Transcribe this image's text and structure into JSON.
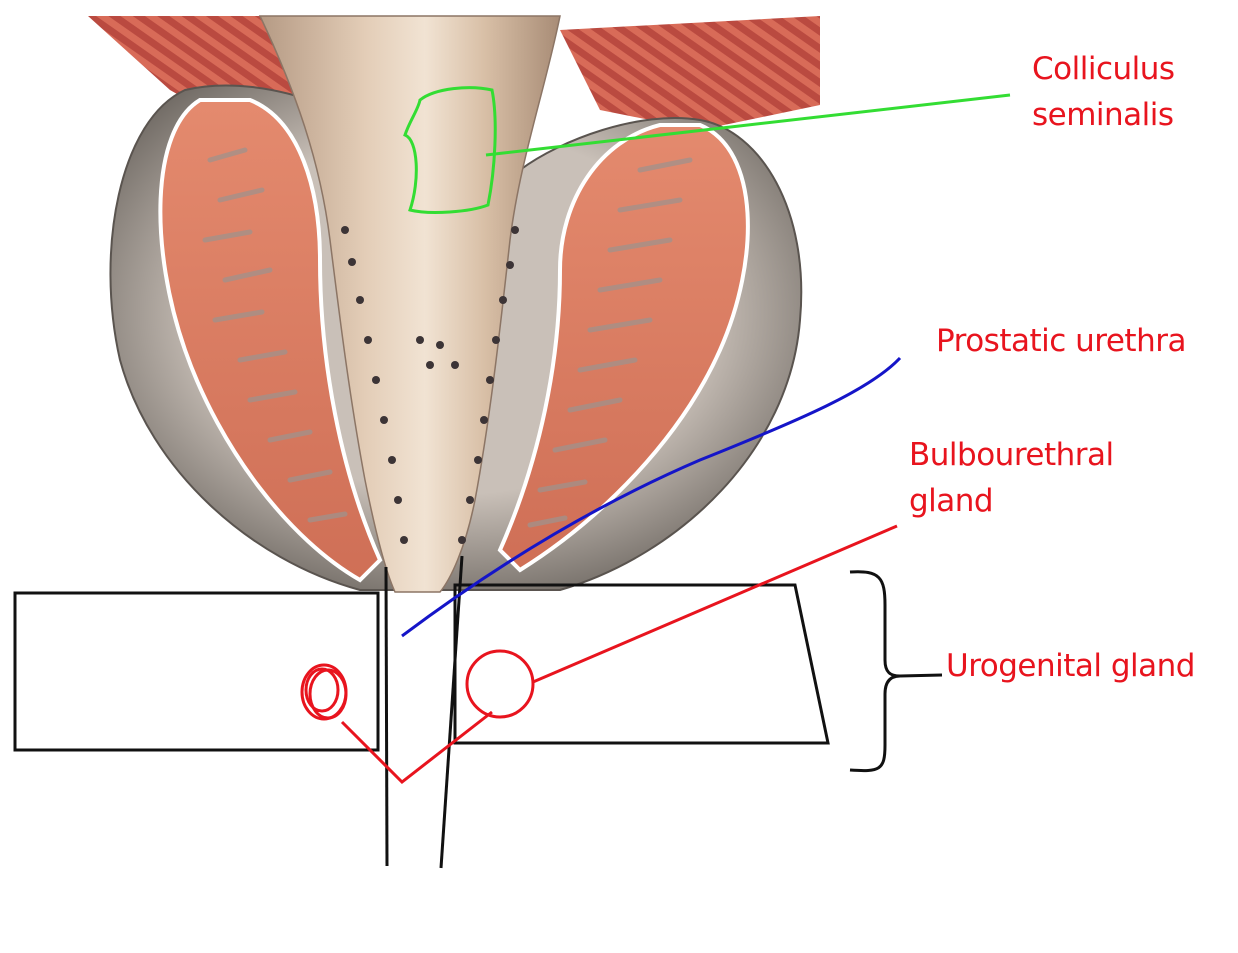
{
  "labels": {
    "colliculus": {
      "line1": "Colliculus",
      "line2": "seminalis"
    },
    "prostatic_urethra": "Prostatic urethra",
    "bulbourethral": {
      "line1": "Bulbourethral",
      "line2": "gland"
    },
    "urogenital": "Urogenital gland"
  },
  "colors": {
    "label_text": "#e8141e",
    "colliculus_pointer": "#33dd33",
    "prostatic_pointer": "#1515c8",
    "gland_pointer": "#e8141e",
    "outline": "#111111",
    "tissue_light": "#d9b89a",
    "tissue_red": "#d8755c",
    "capsule_grey": "#8f8780"
  }
}
